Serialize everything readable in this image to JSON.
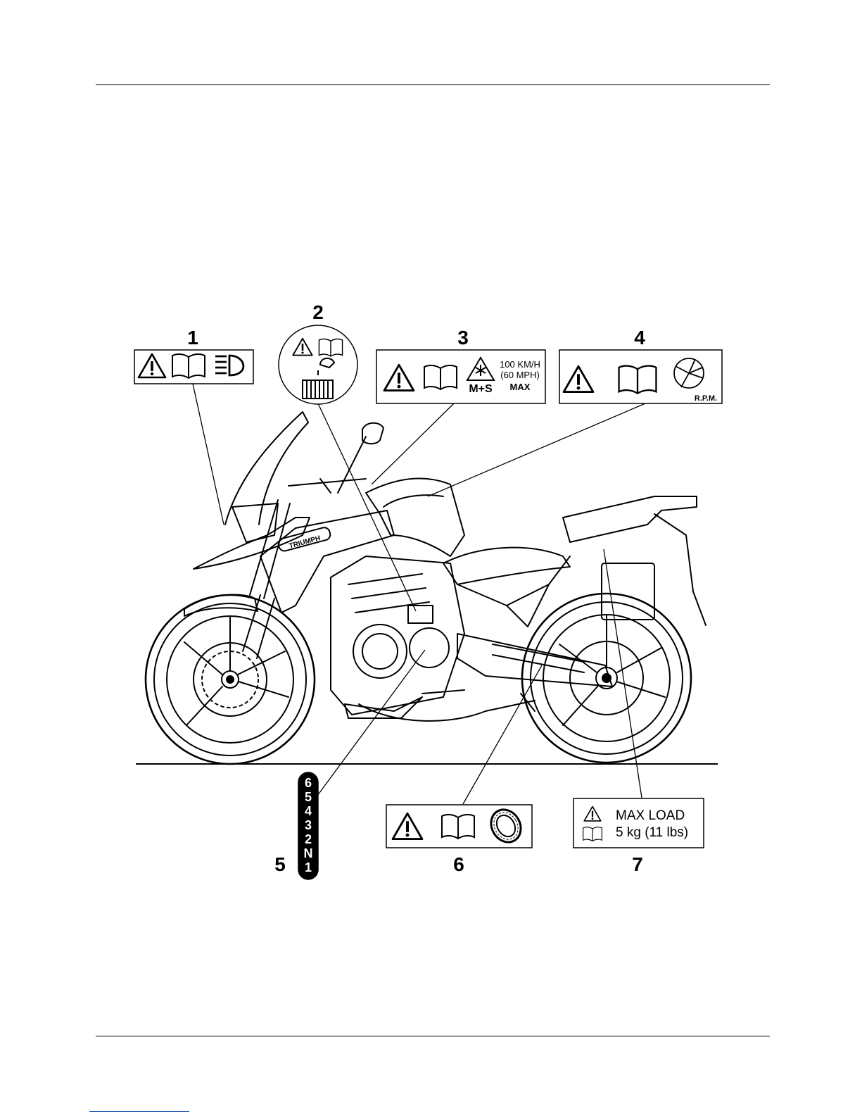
{
  "callouts": {
    "n1": "1",
    "n2": "2",
    "n3": "3",
    "n4": "4",
    "n5": "5",
    "n6": "6",
    "n7": "7"
  },
  "label3": {
    "speed_kmh": "100 KM/H",
    "speed_mph": "(60 MPH)",
    "max": "MAX",
    "tyre_mark": "M+S"
  },
  "label4": {
    "rpm": "R.P.M."
  },
  "label5": {
    "gears": [
      "6",
      "5",
      "4",
      "3",
      "2",
      "N",
      "1"
    ]
  },
  "label7": {
    "line1": "MAX LOAD",
    "line2": "5 kg (11 lbs)"
  },
  "bike": {
    "brand": "TRIUMPH"
  },
  "icons": {
    "warning": "warning-triangle-icon",
    "manual": "open-book-icon",
    "headlight": "headlight-beam-icon",
    "coolant": "coolant-radiator-icon",
    "snow_tyre": "snowflake-mountain-icon",
    "tachometer": "tachometer-icon",
    "tyre": "tyre-icon"
  }
}
